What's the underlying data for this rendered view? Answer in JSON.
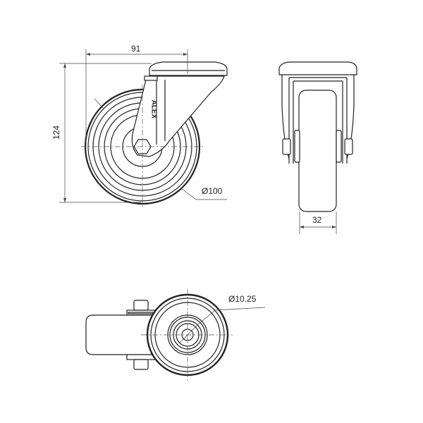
{
  "logo_text": "ALEX",
  "dimensions": {
    "width": "91",
    "height": "124",
    "wheel_diameter": "Ø100",
    "wheel_width": "32",
    "bore_diameter": "Ø10.25"
  }
}
